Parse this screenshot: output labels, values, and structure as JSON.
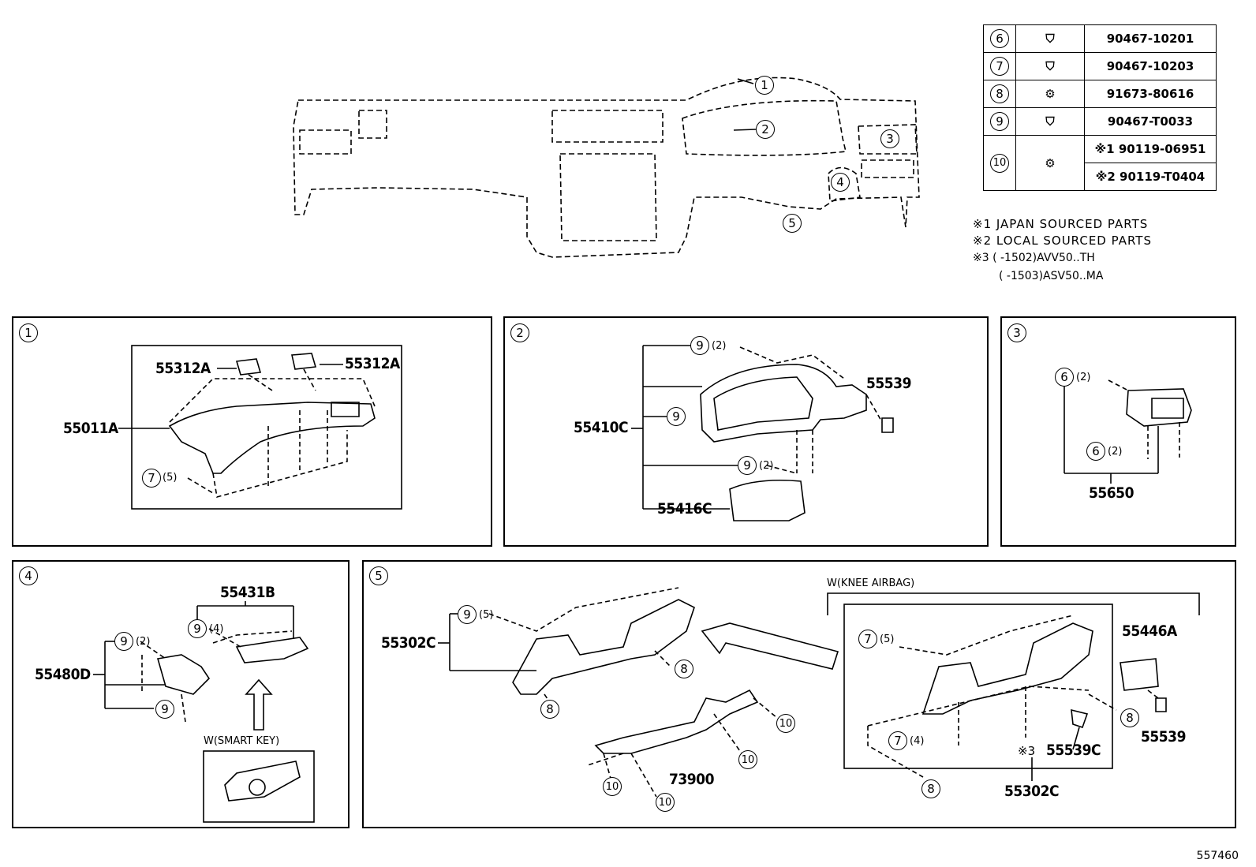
{
  "overview": {
    "callouts": [
      "1",
      "2",
      "3",
      "4",
      "5"
    ]
  },
  "parts_table": {
    "rows": [
      {
        "key": "6",
        "icon": "clip-icon",
        "number": "90467-10201"
      },
      {
        "key": "7",
        "icon": "clip-icon",
        "number": "90467-10203"
      },
      {
        "key": "8",
        "icon": "screw-icon",
        "number": "91673-80616"
      },
      {
        "key": "9",
        "icon": "clip-icon",
        "number": "90467-T0033"
      }
    ],
    "row10": {
      "key": "10",
      "icon": "screw-icon",
      "number_a": "※1 90119-06951",
      "number_b": "※2 90119-T0404"
    }
  },
  "notes": {
    "n1": "※1 JAPAN SOURCED PARTS",
    "n2": "※2 LOCAL SOURCED PARTS",
    "n3": "※3 (     -1502)AVV50..TH",
    "n4": "(     -1503)ASV50..MA"
  },
  "panels": {
    "p1": {
      "key": "1",
      "labels": {
        "a": "55312A",
        "b": "55312A",
        "c": "55011A"
      },
      "clip": {
        "key": "7",
        "qty": "(5)"
      }
    },
    "p2": {
      "key": "2",
      "labels": {
        "a": "55539",
        "b": "55410C",
        "c": "55416C"
      },
      "clips": [
        {
          "key": "9",
          "qty": "(2)"
        },
        {
          "key": "9",
          "qty": ""
        },
        {
          "key": "9",
          "qty": "(2)"
        }
      ]
    },
    "p3": {
      "key": "3",
      "labels": {
        "a": "55650"
      },
      "clips": [
        {
          "key": "6",
          "qty": "(2)"
        },
        {
          "key": "6",
          "qty": "(2)"
        }
      ]
    },
    "p4": {
      "key": "4",
      "labels": {
        "a": "55431B",
        "b": "55480D"
      },
      "clips": [
        {
          "key": "9",
          "qty": "(2)"
        },
        {
          "key": "9",
          "qty": "(4)"
        },
        {
          "key": "9",
          "qty": ""
        }
      ],
      "condition": "W(SMART KEY)"
    },
    "p5": {
      "key": "5",
      "labels": {
        "a": "55302C",
        "b": "73900",
        "c": "55446A",
        "d": "55539",
        "e": "55539C",
        "f": "55302C"
      },
      "clips": [
        {
          "key": "9",
          "qty": "(5)"
        },
        {
          "key": "7",
          "qty": "(5)"
        },
        {
          "key": "7",
          "qty": "(4)"
        }
      ],
      "screws": [
        "8",
        "8",
        "8",
        "8",
        "10",
        "10",
        "10",
        "10"
      ],
      "condition": "W(KNEE AIRBAG)",
      "note_mark": "※3"
    }
  },
  "sheet_number": "557460"
}
